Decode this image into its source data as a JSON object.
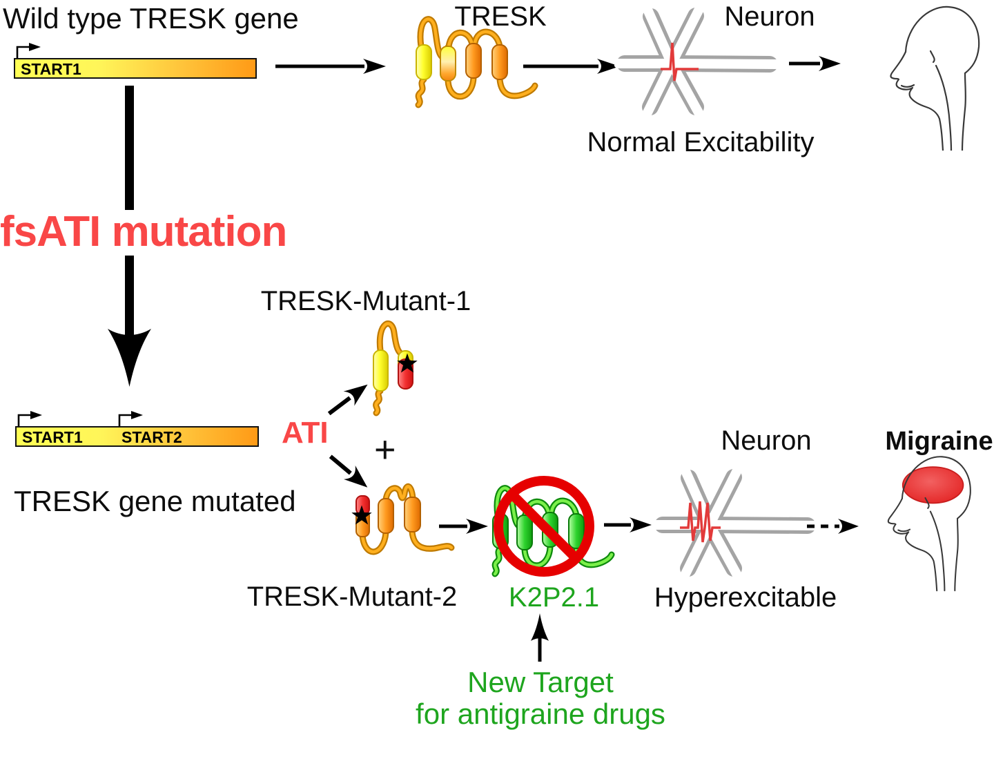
{
  "colors": {
    "mutation_red": "#F94747",
    "target_green": "#1EA51E",
    "gene_gradient_start": "#FFFF55",
    "gene_gradient_end": "#FF9A16",
    "prohibition_red": "#E60000",
    "spike_trace_red": "#E23A3A",
    "neuron_gray": "#A4A4A4",
    "protein_loop_orange": "#FFAF1E",
    "protein_green": "#2ED32E"
  },
  "icons": {
    "promoter": "bent-promoter-arrow-icon",
    "arrow": "right-arrow-icon",
    "thick_down_arrow": "thick-down-arrow-icon",
    "dashed_arrow": "dashed-right-arrow-icon",
    "up_arrow": "up-arrow-icon",
    "star": "mutation-star-icon",
    "prohibition": "prohibition-sign-icon",
    "neuron": "neuron-cell-icon",
    "head": "human-head-profile-icon",
    "brain": "red-brain-blob-icon"
  },
  "top_row": {
    "title": "Wild type TRESK gene",
    "start1": "START1",
    "protein": "TRESK",
    "neuron": "Neuron",
    "excitability": "Normal Excitability"
  },
  "mutation": {
    "fsati": "fsATI mutation",
    "ati": "ATI",
    "plus": "+"
  },
  "mutated_gene": {
    "start1": "START1",
    "start2": "START2",
    "caption": "TRESK gene mutated"
  },
  "mutants": {
    "mutant1": "TRESK-Mutant-1",
    "mutant2": "TRESK-Mutant-2"
  },
  "k2p": {
    "name": "K2P2.1",
    "target_line1": "New Target",
    "target_line2": "for antigraine drugs"
  },
  "bottom_row": {
    "neuron": "Neuron",
    "excitability": "Hyperexcitable",
    "outcome": "Migraine"
  }
}
